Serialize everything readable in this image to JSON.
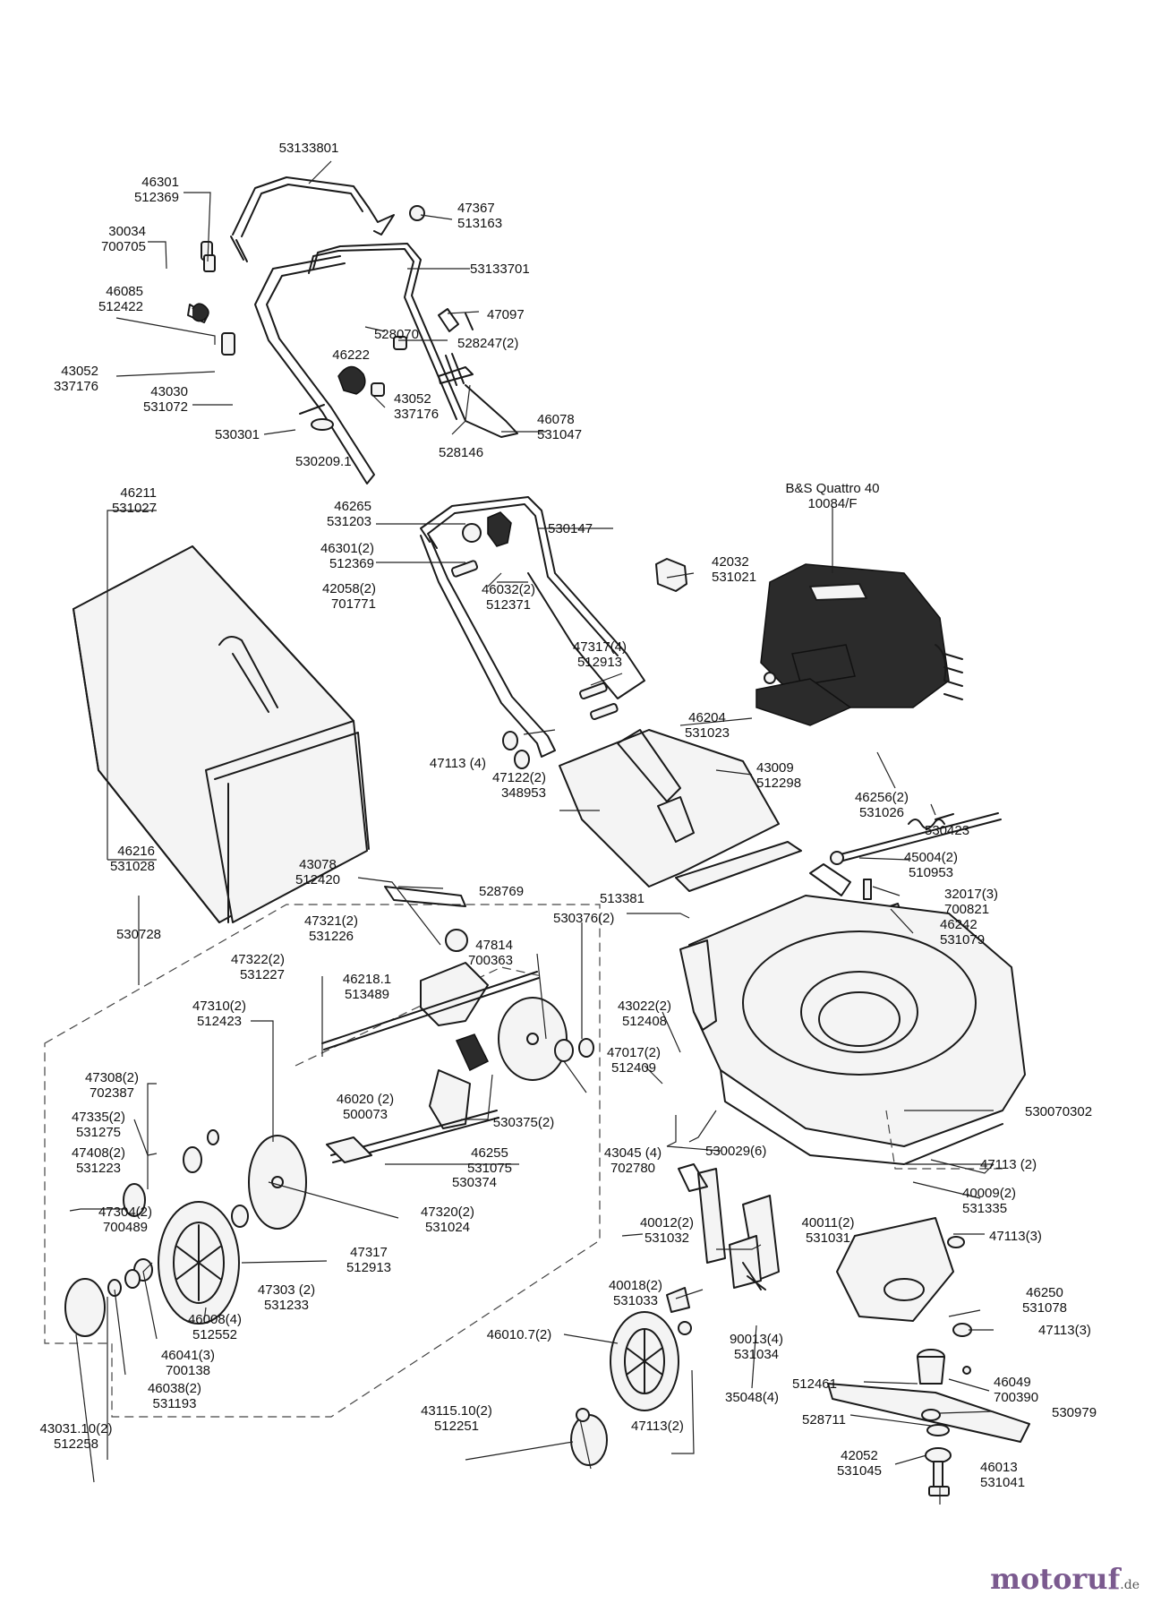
{
  "labels": [
    {
      "id": "l01",
      "lines": [
        "53133801"
      ]
    },
    {
      "id": "l02",
      "lines": [
        "46301",
        "512369"
      ]
    },
    {
      "id": "l03",
      "lines": [
        "47367",
        "513163"
      ]
    },
    {
      "id": "l04",
      "lines": [
        "30034",
        "700705"
      ]
    },
    {
      "id": "l05",
      "lines": [
        "53133701"
      ]
    },
    {
      "id": "l06",
      "lines": [
        "46085",
        "512422"
      ]
    },
    {
      "id": "l07",
      "lines": [
        "47097"
      ]
    },
    {
      "id": "l08",
      "lines": [
        "528070"
      ]
    },
    {
      "id": "l09",
      "lines": [
        "528247(2)"
      ]
    },
    {
      "id": "l10",
      "lines": [
        "46222"
      ]
    },
    {
      "id": "l11",
      "lines": [
        "43052",
        "337176"
      ]
    },
    {
      "id": "l12",
      "lines": [
        "43030",
        "531072"
      ]
    },
    {
      "id": "l13",
      "lines": [
        "43052",
        "337176"
      ]
    },
    {
      "id": "l14",
      "lines": [
        "46078",
        "531047"
      ]
    },
    {
      "id": "l15",
      "lines": [
        "530301"
      ]
    },
    {
      "id": "l16",
      "lines": [
        "528146"
      ]
    },
    {
      "id": "l17",
      "lines": [
        "530209.1"
      ]
    },
    {
      "id": "l18",
      "lines": [
        "B&S Quattro 40",
        "10084/F"
      ]
    },
    {
      "id": "l19",
      "lines": [
        "46211",
        "531027"
      ]
    },
    {
      "id": "l20",
      "lines": [
        "46265",
        "531203"
      ]
    },
    {
      "id": "l21",
      "lines": [
        "530147"
      ]
    },
    {
      "id": "l22",
      "lines": [
        "46301(2)",
        "512369"
      ]
    },
    {
      "id": "l23",
      "lines": [
        "42032",
        "531021"
      ]
    },
    {
      "id": "l24",
      "lines": [
        "42058(2)",
        "701771"
      ]
    },
    {
      "id": "l25",
      "lines": [
        "46032(2)",
        "512371"
      ]
    },
    {
      "id": "l26",
      "lines": [
        "47317(4)",
        "512913"
      ]
    },
    {
      "id": "l27",
      "lines": [
        "46204",
        "531023"
      ]
    },
    {
      "id": "l28",
      "lines": [
        "47113 (4)"
      ]
    },
    {
      "id": "l29",
      "lines": [
        "43009",
        "512298"
      ]
    },
    {
      "id": "l30",
      "lines": [
        "46256(2)",
        "531026"
      ]
    },
    {
      "id": "l31",
      "lines": [
        "47122(2)",
        "348953"
      ]
    },
    {
      "id": "l32",
      "lines": [
        "530423"
      ]
    },
    {
      "id": "l33",
      "lines": [
        "46216",
        "531028"
      ]
    },
    {
      "id": "l34",
      "lines": [
        "45004(2)",
        "510953"
      ]
    },
    {
      "id": "l35",
      "lines": [
        "43078",
        "512420"
      ]
    },
    {
      "id": "l36",
      "lines": [
        "528769"
      ]
    },
    {
      "id": "l37",
      "lines": [
        "32017(3)",
        "700821"
      ]
    },
    {
      "id": "l38",
      "lines": [
        "513381"
      ]
    },
    {
      "id": "l39",
      "lines": [
        "46242",
        "531079"
      ]
    },
    {
      "id": "l40",
      "lines": [
        "530376(2)"
      ]
    },
    {
      "id": "l41",
      "lines": [
        "47321(2)",
        "531226"
      ]
    },
    {
      "id": "l42",
      "lines": [
        "530728"
      ]
    },
    {
      "id": "l43",
      "lines": [
        "47814",
        "700363"
      ]
    },
    {
      "id": "l44",
      "lines": [
        "47322(2)",
        "531227"
      ]
    },
    {
      "id": "l45",
      "lines": [
        "46218.1",
        "513489"
      ]
    },
    {
      "id": "l46",
      "lines": [
        "43022(2)",
        "512408"
      ]
    },
    {
      "id": "l47",
      "lines": [
        "47310(2)",
        "512423"
      ]
    },
    {
      "id": "l48",
      "lines": [
        "47017(2)",
        "512409"
      ]
    },
    {
      "id": "l49",
      "lines": [
        "47308(2)",
        "702387"
      ]
    },
    {
      "id": "l50",
      "lines": [
        "46020 (2)",
        "500073"
      ]
    },
    {
      "id": "l51",
      "lines": [
        "47335(2)",
        "531275"
      ]
    },
    {
      "id": "l52",
      "lines": [
        "530375(2)"
      ]
    },
    {
      "id": "l53",
      "lines": [
        "530070302"
      ]
    },
    {
      "id": "l54",
      "lines": [
        "47408(2)",
        "531223"
      ]
    },
    {
      "id": "l55",
      "lines": [
        "46255",
        "531075"
      ]
    },
    {
      "id": "l56",
      "lines": [
        "43045 (4)",
        "702780"
      ]
    },
    {
      "id": "l57",
      "lines": [
        "530029(6)"
      ]
    },
    {
      "id": "l58",
      "lines": [
        "47113 (2)"
      ]
    },
    {
      "id": "l59",
      "lines": [
        "530374"
      ]
    },
    {
      "id": "l60",
      "lines": [
        "40009(2)",
        "531335"
      ]
    },
    {
      "id": "l61",
      "lines": [
        "47304(2)",
        "700489"
      ]
    },
    {
      "id": "l62",
      "lines": [
        "47320(2)",
        "531024"
      ]
    },
    {
      "id": "l63",
      "lines": [
        "40012(2)",
        "531032"
      ]
    },
    {
      "id": "l64",
      "lines": [
        "40011(2)",
        "531031"
      ]
    },
    {
      "id": "l65",
      "lines": [
        "47113(3)"
      ]
    },
    {
      "id": "l66",
      "lines": [
        "47317",
        "512913"
      ]
    },
    {
      "id": "l67",
      "lines": [
        "47303 (2)",
        "531233"
      ]
    },
    {
      "id": "l68",
      "lines": [
        "40018(2)",
        "531033"
      ]
    },
    {
      "id": "l69",
      "lines": [
        "46250",
        "531078"
      ]
    },
    {
      "id": "l70",
      "lines": [
        "46008(4)",
        "512552"
      ]
    },
    {
      "id": "l71",
      "lines": [
        "46010.7(2)"
      ]
    },
    {
      "id": "l72",
      "lines": [
        "47113(3)"
      ]
    },
    {
      "id": "l73",
      "lines": [
        "46041(3)",
        "700138"
      ]
    },
    {
      "id": "l74",
      "lines": [
        "90013(4)",
        "531034"
      ]
    },
    {
      "id": "l75",
      "lines": [
        "512461"
      ]
    },
    {
      "id": "l76",
      "lines": [
        "46049",
        "700390"
      ]
    },
    {
      "id": "l77",
      "lines": [
        "46038(2)",
        "531193"
      ]
    },
    {
      "id": "l78",
      "lines": [
        "35048(4)"
      ]
    },
    {
      "id": "l79",
      "lines": [
        "43115.10(2)",
        "512251"
      ]
    },
    {
      "id": "l80",
      "lines": [
        "47113(2)"
      ]
    },
    {
      "id": "l81",
      "lines": [
        "530979"
      ]
    },
    {
      "id": "l82",
      "lines": [
        "528711"
      ]
    },
    {
      "id": "l83",
      "lines": [
        "43031.10(2)",
        "512258"
      ]
    },
    {
      "id": "l84",
      "lines": [
        "42052",
        "531045"
      ]
    },
    {
      "id": "l85",
      "lines": [
        "46013",
        "531041"
      ]
    }
  ],
  "watermark": {
    "brand": "motoruf",
    "tld": ".de"
  }
}
